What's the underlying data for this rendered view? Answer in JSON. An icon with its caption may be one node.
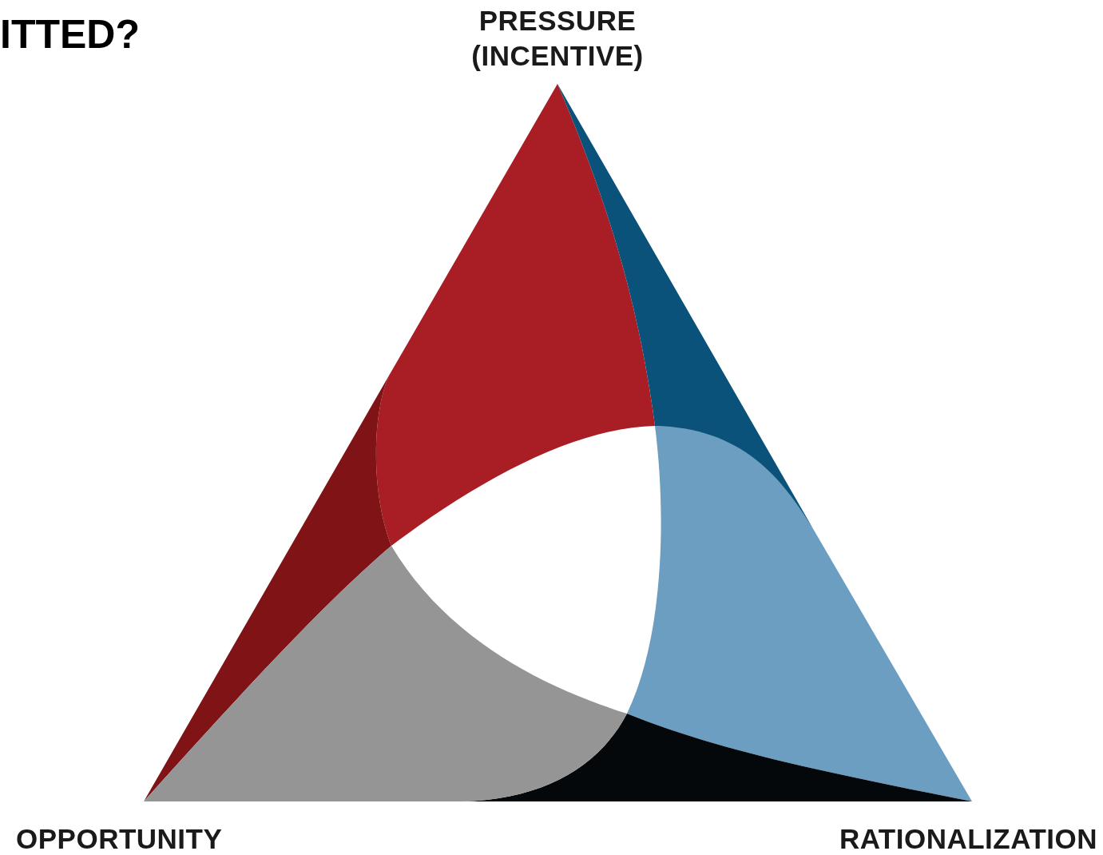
{
  "diagram": {
    "title": "ITTED?",
    "labels": [
      "PRESSURE (INCENTIVE)",
      "OPPORTUNITY",
      "RATIONALIZATION"
    ]
  }
}
